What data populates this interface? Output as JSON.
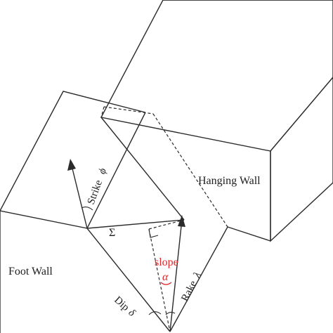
{
  "labels": {
    "hanging_wall": "Hanging Wall",
    "foot_wall": "Foot Wall",
    "strike": "Strike",
    "strike_symbol": "ϕ",
    "dip": "Dip",
    "dip_symbol": "δ",
    "rake": "Rake",
    "rake_symbol": "λ",
    "slope": "slope",
    "slope_symbol": "α",
    "plane_symbol": "Σ"
  },
  "colors": {
    "line": "#2b2b2b",
    "text": "#1e1e1e",
    "slope_accent": "#e0262a",
    "background": "#ffffff"
  }
}
